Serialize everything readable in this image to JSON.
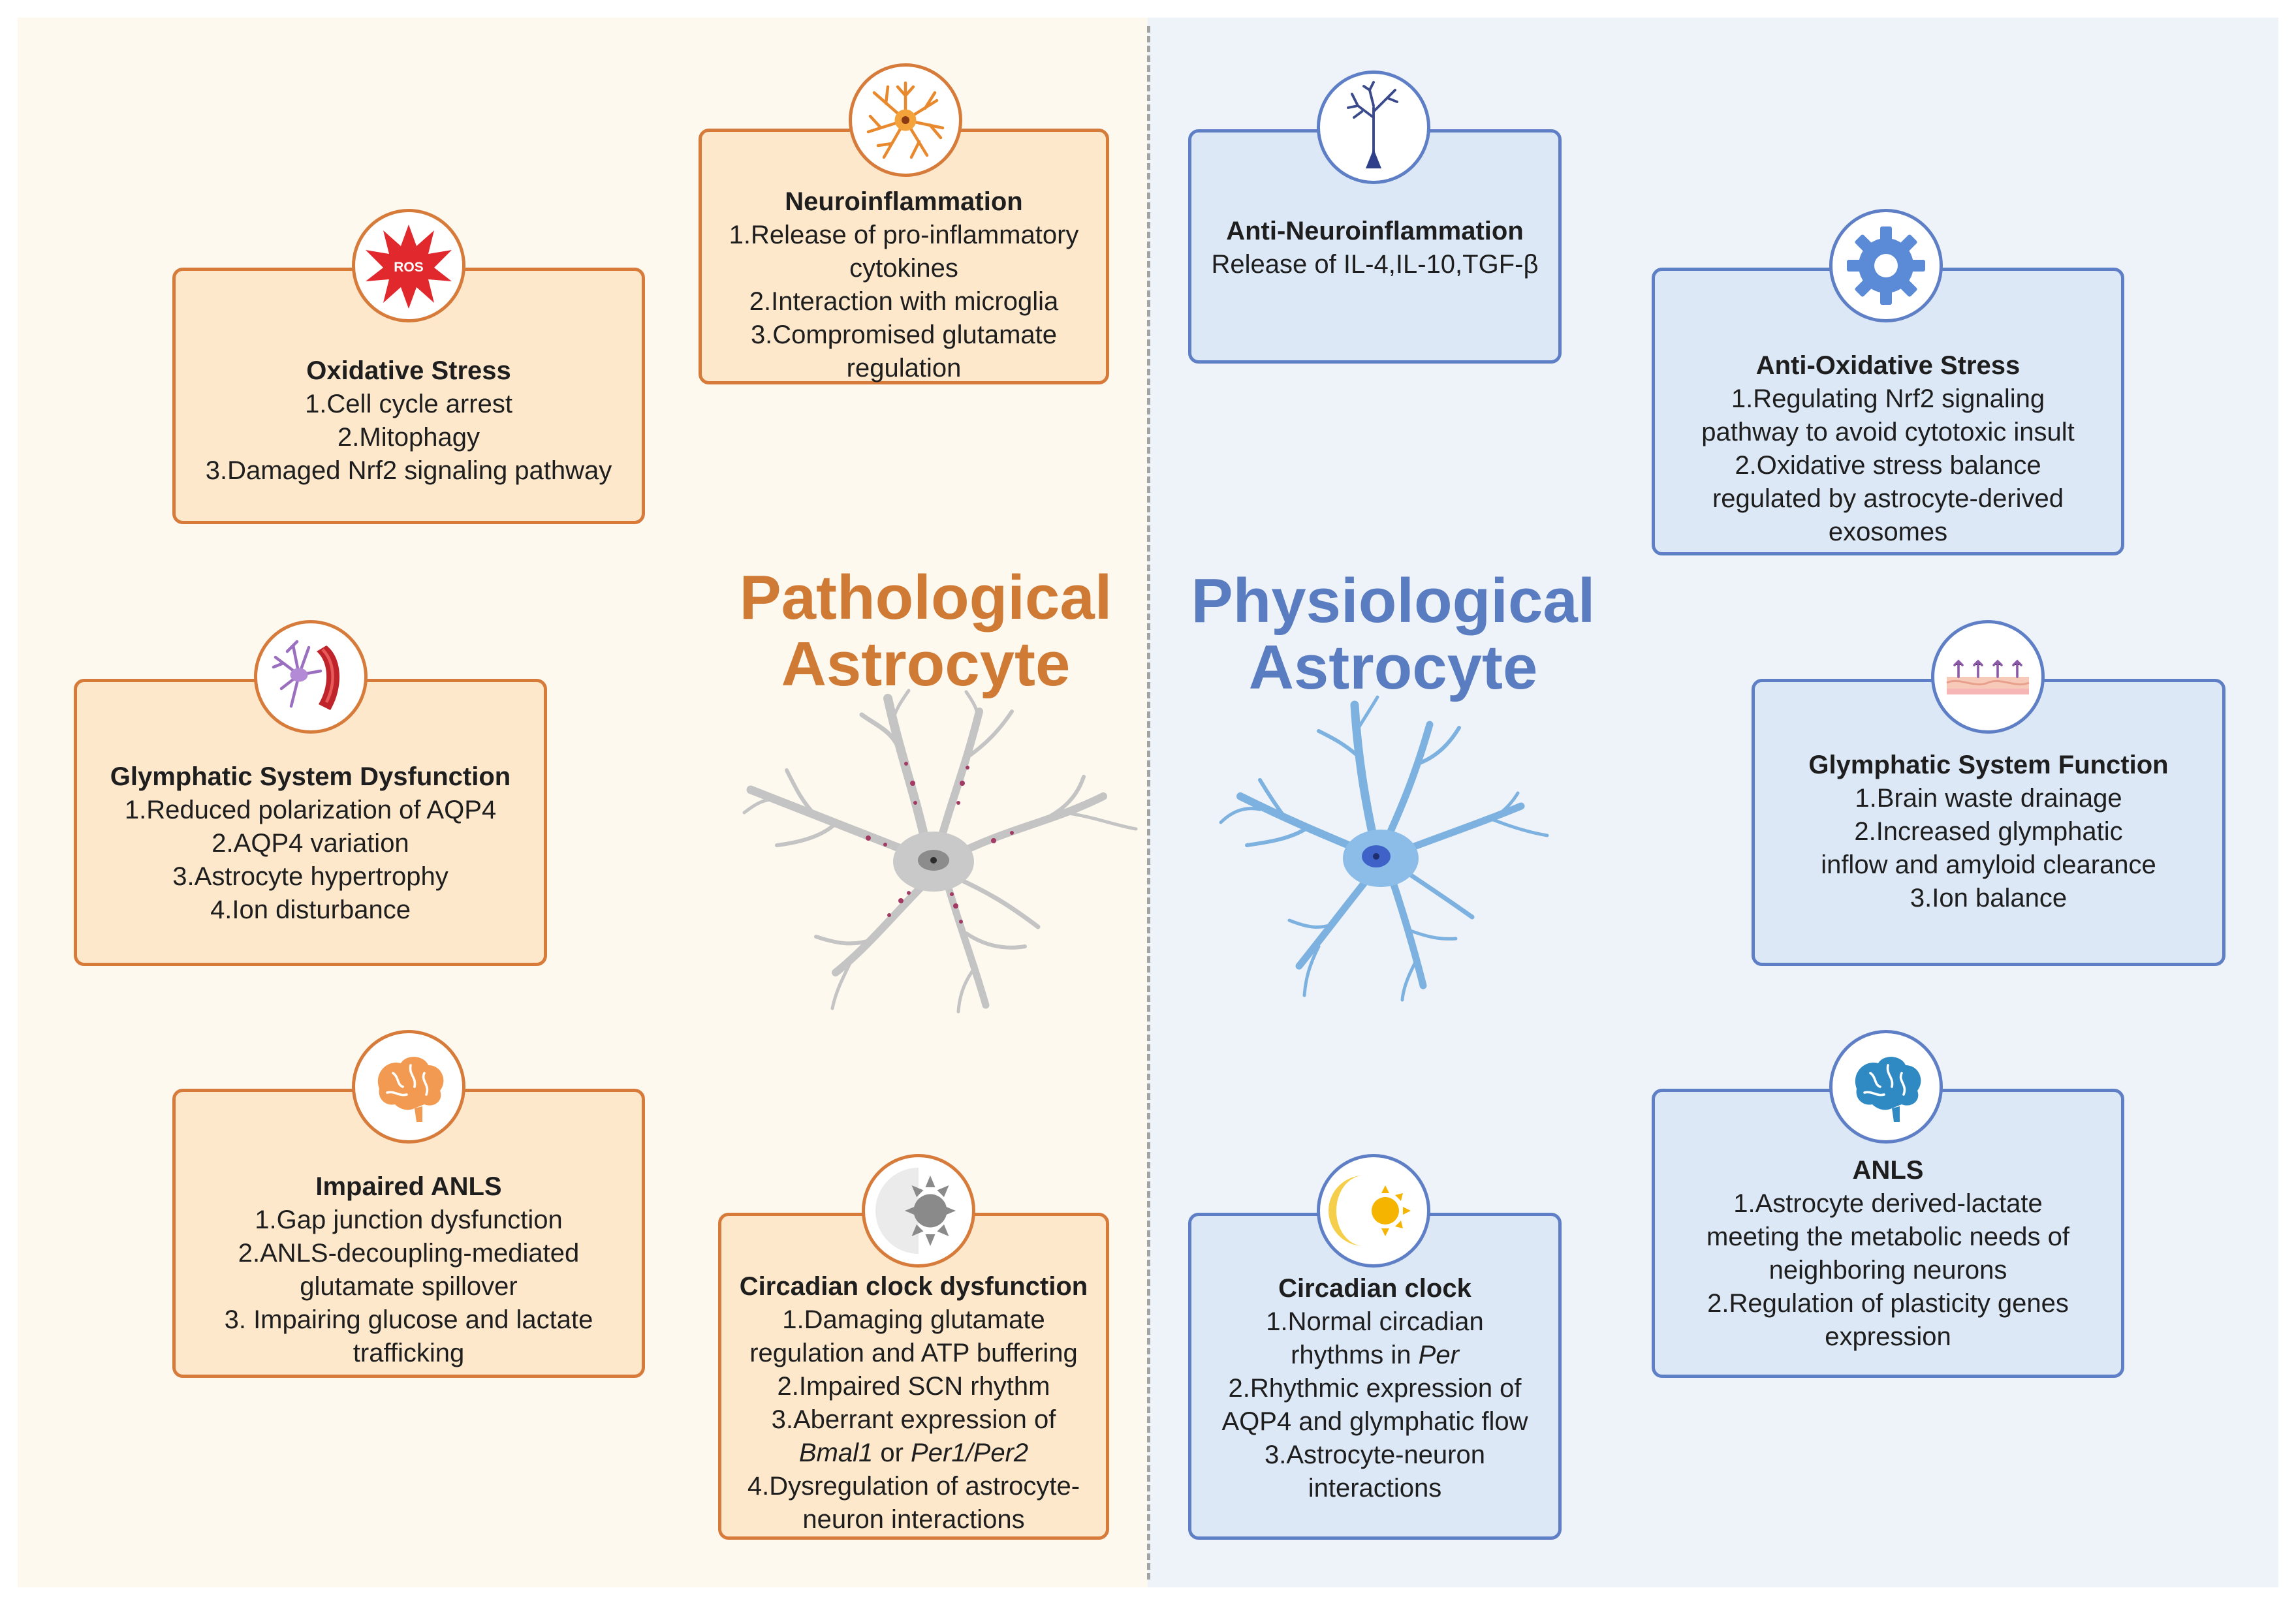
{
  "pathological": {
    "title_line1": "Pathological",
    "title_line2": "Astrocyte",
    "color": "#d07b35",
    "cards": {
      "oxidative_stress": {
        "title": "Oxidative Stress",
        "items": [
          "1.Cell cycle arrest",
          "2.Mitophagy",
          "3.Damaged Nrf2 signaling pathway"
        ],
        "icon": "ros-burst-icon",
        "icon_label": "ROS"
      },
      "neuroinflammation": {
        "title": "Neuroinflammation",
        "items": [
          "1.Release of pro-inflammatory",
          "cytokines",
          "2.Interaction with microglia",
          "3.Compromised glutamate",
          "regulation"
        ],
        "icon": "microglia-icon"
      },
      "glymphatic": {
        "title": "Glymphatic System Dysfunction",
        "items": [
          "1.Reduced polarization of AQP4",
          "2.AQP4 variation",
          "3.Astrocyte hypertrophy",
          "4.Ion disturbance"
        ],
        "icon": "astrocyte-vessel-icon"
      },
      "anls": {
        "title": "Impaired ANLS",
        "items": [
          "1.Gap junction dysfunction",
          "2.ANLS-decoupling-mediated",
          "glutamate spillover",
          "3. Impairing glucose and lactate",
          "trafficking"
        ],
        "icon": "brain-orange-icon"
      },
      "circadian": {
        "title": "Circadian clock dysfunction",
        "items": [
          "1.Damaging glutamate",
          "regulation and ATP buffering",
          "2.Impaired SCN rhythm",
          "3.Aberrant expression of"
        ],
        "line5_a": "Bmal1",
        "line5_b": " or ",
        "line5_c": "Per1/Per2",
        "items_tail": [
          "4.Dysregulation of astrocyte-",
          "neuron interactions"
        ],
        "icon": "day-night-icon"
      }
    }
  },
  "physiological": {
    "title_line1": "Physiological",
    "title_line2": "Astrocyte",
    "color": "#5a7cc0",
    "cards": {
      "anti_neuroinflammation": {
        "title": "Anti-Neuroinflammation",
        "items": [
          "Release of IL-4,IL-10,TGF-β"
        ],
        "icon": "neuron-icon"
      },
      "anti_oxidative": {
        "title": "Anti-Oxidative Stress",
        "items": [
          "1.Regulating Nrf2 signaling",
          "pathway to avoid cytotoxic insult",
          "2.Oxidative stress balance",
          "regulated by astrocyte-derived",
          "exosomes"
        ],
        "icon": "gear-icon"
      },
      "glymphatic": {
        "title": "Glymphatic System Function",
        "items": [
          "1.Brain waste drainage",
          "2.Increased glymphatic",
          "inflow and amyloid clearance",
          "3.Ion balance"
        ],
        "icon": "vessel-wall-icon"
      },
      "anls": {
        "title": "ANLS",
        "items": [
          "1.Astrocyte derived-lactate",
          "meeting the metabolic needs of",
          "neighboring neurons",
          "2.Regulation of plasticity genes",
          "expression"
        ],
        "icon": "brain-blue-icon"
      },
      "circadian": {
        "title": "Circadian clock",
        "line1": "1.Normal circadian",
        "line2_a": "rhythms in ",
        "line2_b": "Per",
        "items_tail": [
          "2.Rhythmic expression of",
          "AQP4 and glymphatic flow",
          "3.Astrocyte-neuron",
          "interactions"
        ],
        "icon": "moon-sun-icon"
      }
    }
  }
}
